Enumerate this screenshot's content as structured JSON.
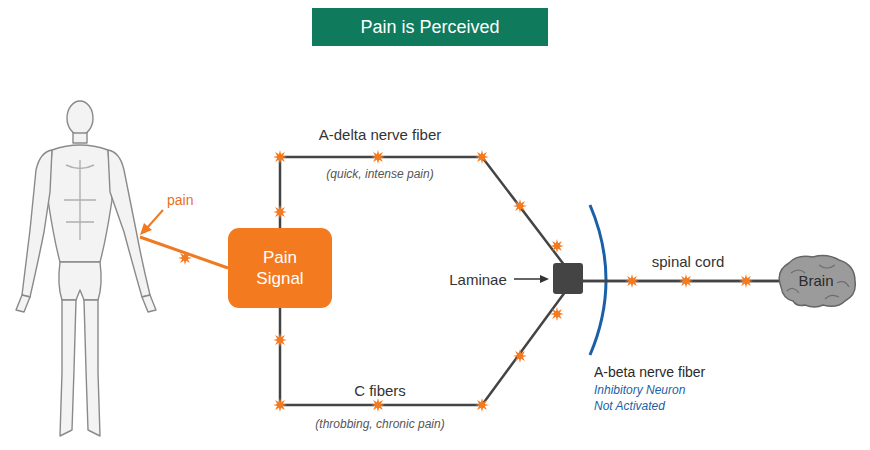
{
  "diagram": {
    "title": "Pain is Perceived",
    "nodes": [
      {
        "text": [
          "Pain Signal"
        ]
      },
      {
        "text": [
          "Brain"
        ]
      }
    ],
    "edges": [
      {
        "from": 0,
        "to": 1,
        "label": "A-delta nerve fiber",
        "arrow": "none"
      },
      {
        "from": 0,
        "to": 1,
        "label": "C fibers",
        "arrow": "none"
      }
    ],
    "labels": [
      "pain",
      "(quick, intense pain)",
      "(throbbing, chronic pain)",
      "Laminae",
      "spinal cord",
      "A-beta nerve fiber",
      "Inhibitory Neuron",
      "Not Activated"
    ]
  }
}
